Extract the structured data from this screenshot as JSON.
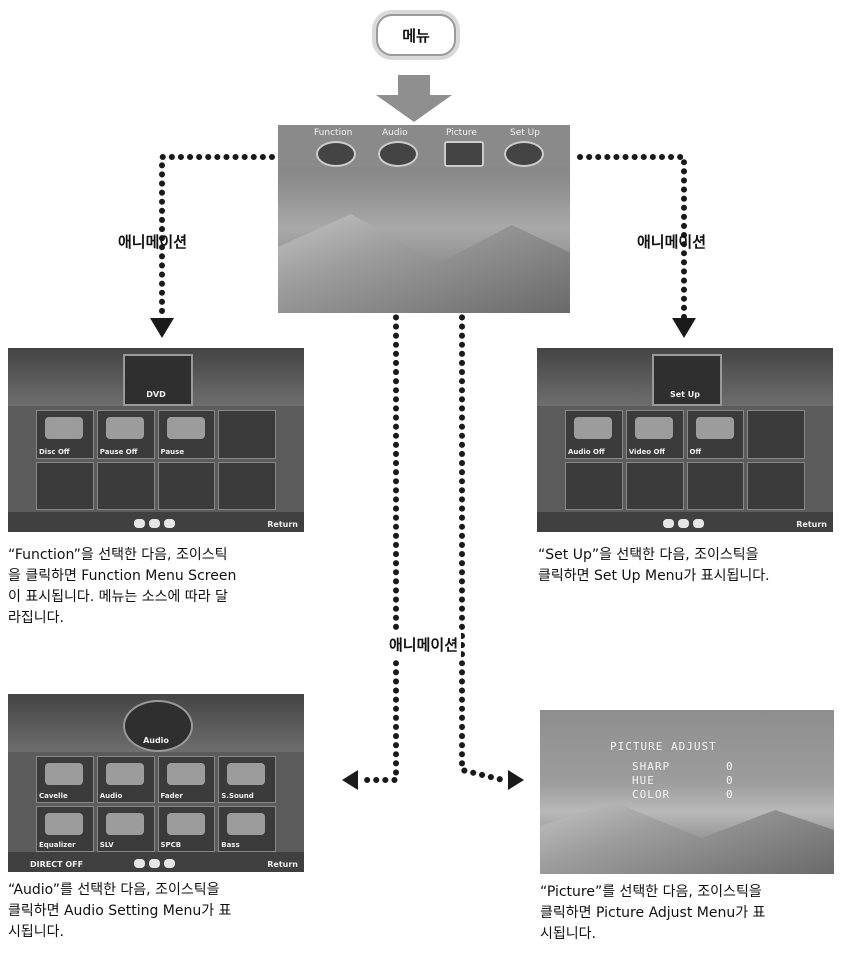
{
  "menu_button": "메뉴",
  "animation_label": "애니메이션",
  "top_screen": {
    "tabs": [
      "Function",
      "Audio",
      "Picture",
      "Set Up"
    ]
  },
  "function_screen": {
    "emblem": "DVD",
    "items": [
      "Disc Off",
      "Pause Off",
      "Pause",
      "",
      "",
      "",
      "",
      ""
    ],
    "return": "Return"
  },
  "setup_screen": {
    "emblem": "Set Up",
    "items": [
      "Audio Off",
      "Video Off",
      "Off",
      "",
      "",
      "",
      "",
      ""
    ],
    "return": "Return"
  },
  "audio_screen": {
    "emblem": "Audio",
    "items": [
      "Cavelle",
      "Audio",
      "Fader",
      "S.Sound",
      "Equalizer",
      "SLV",
      "SPCB",
      "Bass"
    ],
    "direct": "DIRECT OFF",
    "return": "Return"
  },
  "picture_screen": {
    "title": "PICTURE ADJUST",
    "rows": [
      {
        "label": "SHARP",
        "value": "0"
      },
      {
        "label": "HUE",
        "value": "0"
      },
      {
        "label": "COLOR",
        "value": "0"
      }
    ]
  },
  "captions": {
    "function": [
      "“Function”을 선택한 다음, 조이스틱",
      "을 클릭하면 Function Menu Screen",
      "이 표시됩니다. 메뉴는 소스에 따라 달",
      "라집니다."
    ],
    "setup": [
      "“Set Up”을 선택한 다음, 조이스틱을",
      "클릭하면 Set Up Menu가 표시됩니다."
    ],
    "audio": [
      "“Audio”를 선택한 다음, 조이스틱을",
      "클릭하면 Audio Setting Menu가 표",
      "시됩니다."
    ],
    "picture": [
      "“Picture”를 선택한 다음, 조이스틱을",
      "클릭하면 Picture Adjust Menu가 표",
      "시됩니다."
    ]
  }
}
